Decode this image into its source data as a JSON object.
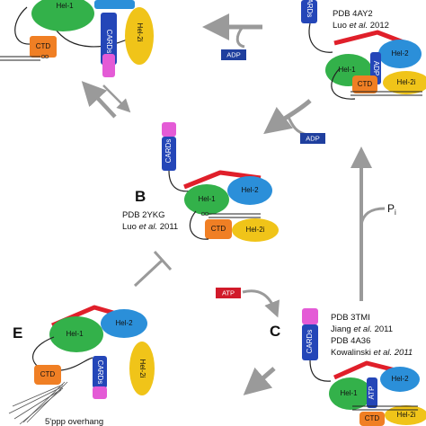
{
  "colors": {
    "hel1": "#33b14a",
    "hel2": "#2b8fd9",
    "hel2i": "#f0c419",
    "ctd": "#f07f24",
    "cards": "#e45bd6",
    "pincer": "#2446b8",
    "rna_red": "#e01f2a",
    "adp_tag": "#1f3f9e",
    "atp_tag": "#d11a2a",
    "arrow_gray": "#9a9a9a"
  },
  "domains": {
    "hel1": "Hel-1",
    "hel2": "Hel-2",
    "hel2i": "Hel-2i",
    "ctd": "CTD",
    "cards": "CARDs",
    "adp": "ADP",
    "atp": "ATP"
  },
  "panel_a": {
    "ref_line1": "PDB 4AY2",
    "ref_line2_prefix": "Luo ",
    "ref_line2_etal": "et al.",
    "ref_line2_suffix": " 2012"
  },
  "panel_b": {
    "letter": "B",
    "ref_line1": "PDB 2YKG",
    "ref_line2_prefix": "Luo ",
    "ref_line2_etal": "et al.",
    "ref_line2_suffix": " 2011"
  },
  "panel_c": {
    "letter": "C",
    "ref_line1": "PDB 3TMI",
    "ref_line2_prefix": "Jiang ",
    "ref_line2_etal": "et al.",
    "ref_line2_suffix": " 2011",
    "ref_line3": "PDB 4A36",
    "ref_line4_prefix": "Kowalinski ",
    "ref_line4_etal": "et al. 2011"
  },
  "panel_e": {
    "letter": "E",
    "caption": "5'ppp overhang"
  },
  "tags": {
    "adp_top": "ADP",
    "adp_mid": "ADP",
    "atp": "ATP"
  },
  "phosphate": {
    "base": "P",
    "sub": "i"
  }
}
